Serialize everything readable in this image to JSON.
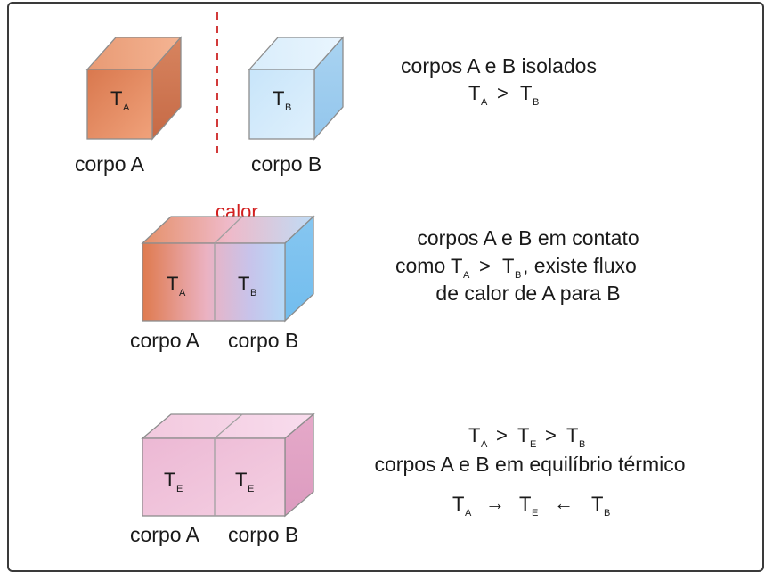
{
  "scene1": {
    "body_a": {
      "label": "corpo A",
      "symbol": "T",
      "sub": "A"
    },
    "body_b": {
      "label": "corpo B",
      "symbol": "T",
      "sub": "B"
    },
    "desc_line1": "corpos A e B isolados",
    "rel": {
      "t1": "T",
      "s1": "A",
      "op": ">",
      "t2": "T",
      "s2": "B"
    }
  },
  "scene2": {
    "arrow_label": "calor",
    "body_a": {
      "label": "corpo A",
      "symbol": "T",
      "sub": "A"
    },
    "body_b": {
      "label": "corpo B",
      "symbol": "T",
      "sub": "B"
    },
    "desc_line1": "corpos A e B em contato",
    "desc_line2": {
      "pre": "como",
      "t1": "T",
      "s1": "A",
      "op": ">",
      "t2": "T",
      "s2": "B",
      "post": ", existe fluxo"
    },
    "desc_line3": "de calor de A para B"
  },
  "scene3": {
    "body_a": {
      "label": "corpo A",
      "symbol": "T",
      "sub": "E"
    },
    "body_b": {
      "label": "corpo B",
      "symbol": "T",
      "sub": "E"
    },
    "rel": {
      "t1": "T",
      "s1": "A",
      "op1": ">",
      "t2": "T",
      "s2": "E",
      "op2": ">",
      "t3": "T",
      "s3": "B"
    },
    "desc_line2": "corpos A e B em equilíbrio térmico",
    "flow": {
      "t1": "T",
      "s1": "A",
      "a1": "→",
      "t2": "T",
      "s2": "E",
      "a2": "←",
      "t3": "T",
      "s3": "B"
    }
  },
  "colors": {
    "hot": "#e07f57",
    "cold": "#b7dcf6",
    "equilibrium": "#f1c3dc",
    "heat_arrow": "#d21f1f",
    "separator": "#d23a3a"
  }
}
